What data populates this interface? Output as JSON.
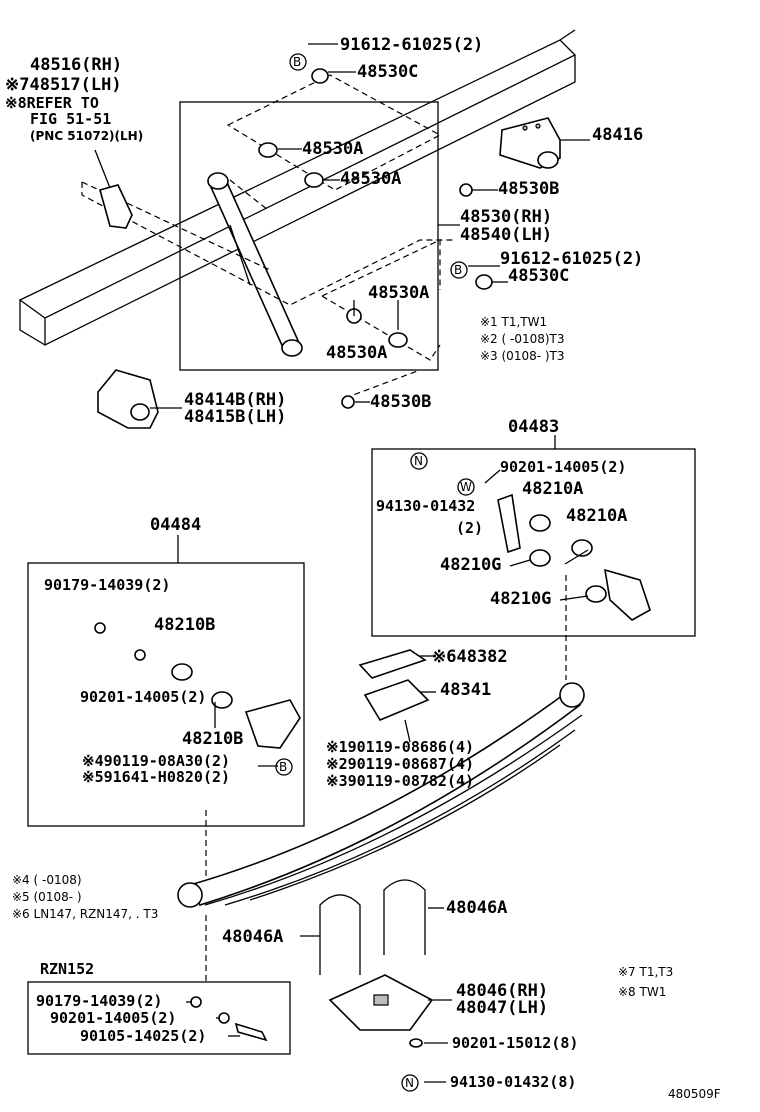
{
  "labels": {
    "l48516": "48516(RH)",
    "l48517": "※748517(LH)",
    "lrefer": "※8REFER TO",
    "lfig": "FIG 51-51",
    "lpnc": "(PNC 51072)(LH)",
    "l91612a": "91612-61025(2)",
    "l48530c_a": "48530C",
    "l48530a_1": "48530A",
    "l48530a_2": "48530A",
    "l48416": "48416",
    "l48530b_1": "48530B",
    "l48530rh": "48530(RH)",
    "l48540lh": "48540(LH)",
    "l91612b": "91612-61025(2)",
    "l48530c_b": "48530C",
    "l48530a_3": "48530A",
    "l48530a_4": "48530A",
    "l48414": "48414B(RH)",
    "l48415": "48415B(LH)",
    "l48530b_2": "48530B",
    "l04483": "04483",
    "l90201a": "90201-14005(2)",
    "l94130a": "94130-01432",
    "l94130a_qty": "(2)",
    "l48210a_1": "48210A",
    "l48210a_2": "48210A",
    "l48210g_1": "48210G",
    "l48210g_2": "48210G",
    "l04484": "04484",
    "l90179a": "90179-14039(2)",
    "l48210b_1": "48210B",
    "l90201b": "90201-14005(2)",
    "l48210b_2": "48210B",
    "l90119a": "※490119-08A30(2)",
    "l91641": "※591641-H0820(2)",
    "l48382": "※648382",
    "l48341": "48341",
    "l90119b": "※190119-08686(4)",
    "l90119c": "※290119-08687(4)",
    "l90119d": "※390119-08782(4)",
    "l48046a_1": "48046A",
    "l48046a_2": "48046A",
    "l48046rh": "48046(RH)",
    "l48047lh": "48047(LH)",
    "l90201c": "90201-15012(8)",
    "l94130b": "94130-01432(8)",
    "lrzn": "RZN152",
    "l90179b": "90179-14039(2)",
    "l90201d": "90201-14005(2)",
    "l90105": "90105-14025(2)",
    "ref": "480509F"
  },
  "symbols": {
    "b": "B",
    "n": "N",
    "w": "W"
  },
  "notes": {
    "n1": "※1 T1,TW1",
    "n2": "※2 (    -0108)T3",
    "n3": "※3 (0108-    )T3",
    "n4": "※4 (    -0108)",
    "n5": "※5 (0108-    )",
    "n6": "※6  LN147, RZN147, . T3",
    "n7": "※7  T1,T3",
    "n8": "※8  TW1"
  }
}
